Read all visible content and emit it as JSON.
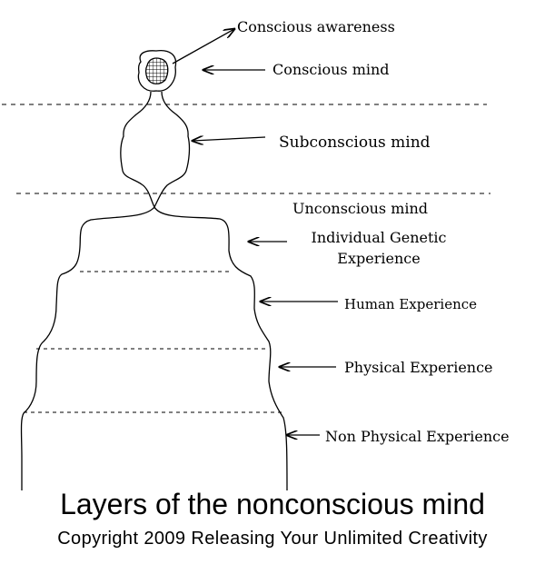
{
  "diagram": {
    "labels": {
      "conscious_awareness": "Conscious awareness",
      "conscious_mind": "Conscious mind",
      "subconscious_mind": "Subconscious mind",
      "unconscious_mind": "Unconscious mind",
      "individual_genetic_line1": "Individual Genetic",
      "individual_genetic_line2": "Experience",
      "human_experience": "Human Experience",
      "physical_experience": "Physical Experience",
      "non_physical_experience": "Non Physical Experience"
    },
    "title": "Layers of the nonconscious mind",
    "copyright": "Copyright 2009 Releasing Your Unlimited Creativity"
  }
}
